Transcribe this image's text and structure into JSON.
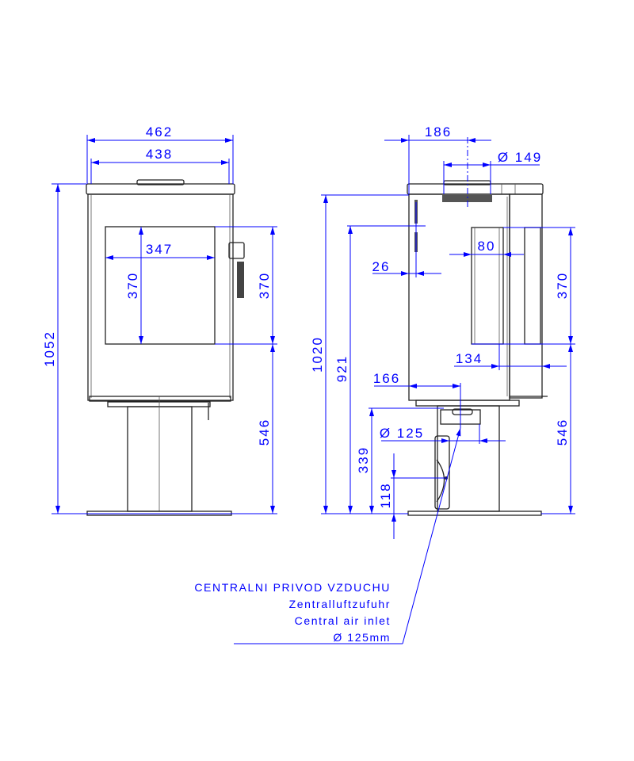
{
  "front_view": {
    "overall_width": "462",
    "body_width": "438",
    "glass_width": "347",
    "glass_height": "370",
    "door_height": "370",
    "door_bottom_height": "546",
    "overall_height": "1052"
  },
  "side_view": {
    "flue_offset": "186",
    "flue_diameter": "Ø 149",
    "overall_height": "1020",
    "flue_height": "921",
    "flue_wall_offset": "26",
    "door_depth": "80",
    "door_height": "370",
    "rear_depth": "134",
    "inlet_offset": "166",
    "inlet_diameter": "Ø 125",
    "inlet_height": "339",
    "pipe_height": "118",
    "door_bottom_height": "546"
  },
  "annotation": {
    "line1": "CENTRALNI PRIVOD VZDUCHU",
    "line2": "Zentralluftzufuhr",
    "line3": "Central air inlet",
    "line4": "Ø 125mm"
  },
  "colors": {
    "dimension": "#0000ff",
    "outline": "#222222"
  }
}
